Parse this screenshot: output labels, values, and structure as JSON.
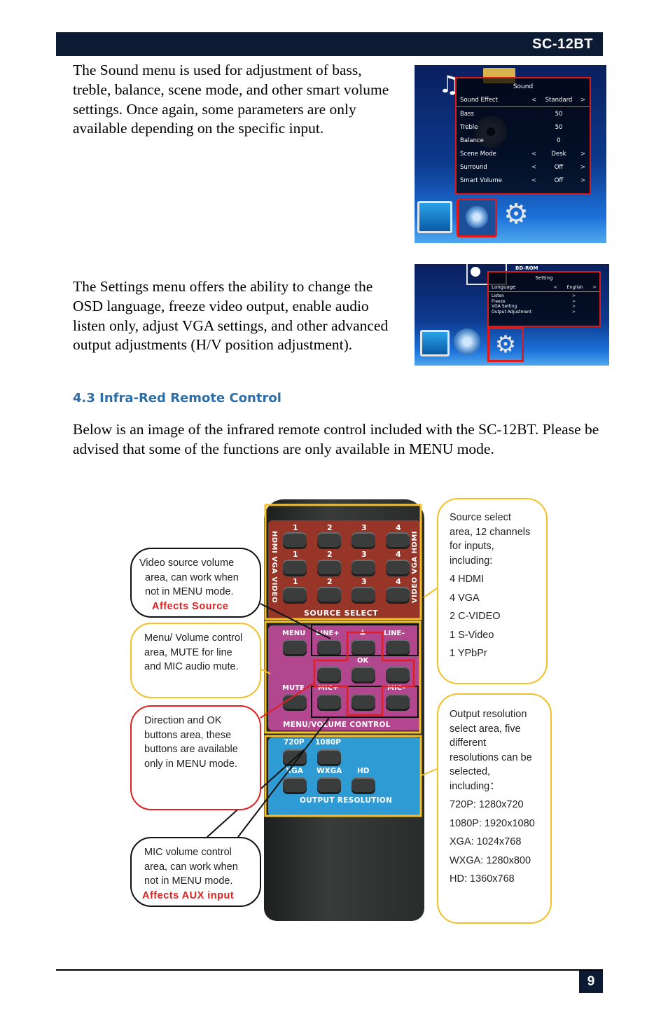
{
  "header": {
    "model": "SC-12BT"
  },
  "sound_section": {
    "text": "The Sound menu is used for adjustment of bass, treble, balance, scene mode, and other smart volume settings. Once again, some parameters are only available depending on the specific input.",
    "osd": {
      "menu_title": "Sound",
      "rows": [
        {
          "label": "Sound Effect",
          "value": "Standard"
        },
        {
          "label": "Bass",
          "value": "50"
        },
        {
          "label": "Treble",
          "value": "50"
        },
        {
          "label": "Balance",
          "value": "0"
        },
        {
          "label": "Scene Mode",
          "value": "Desk"
        },
        {
          "label": "Surround",
          "value": "Off"
        },
        {
          "label": "Smart Volume",
          "value": "Off"
        }
      ]
    }
  },
  "settings_section": {
    "text": "The Settings menu offers the ability to change the OSD language, freeze video output, enable audio listen only, adjust VGA settings, and other advanced output adjustments (H/V position adjustment).",
    "osd": {
      "top_label": "BD-ROM",
      "menu_title": "Setting",
      "language_label": "Language",
      "language_value": "English",
      "items": [
        "Listen",
        "Freeze",
        "VGA Setting",
        "Output Adjustment"
      ]
    }
  },
  "remote_section": {
    "heading": "4.3 Infra-Red Remote Control",
    "text": "Below is an image of the infrared remote control included with the SC-12BT. Please be advised that some of the functions are only available in MENU mode.",
    "remote": {
      "source_numbers": [
        "1",
        "2",
        "3",
        "4"
      ],
      "side_left": "HDMI VGA VIDEO",
      "side_right": "VIDEO VGA HDMI",
      "source_label": "SOURCE SELECT",
      "menu": "MENU",
      "line_plus": "LINE+",
      "line_minus": "LINE–",
      "ok": "OK",
      "mute": "MUTE",
      "mic_plus": "MIC+",
      "mic_minus": "MIC–",
      "menu_volume_label": "MENU/VOLUME CONTROL",
      "res_720": "720P",
      "res_1080": "1080P",
      "res_xga": "XGA",
      "res_wxga": "WXGA",
      "res_hd": "HD",
      "output_label": "OUTPUT RESOLUTION"
    },
    "callouts": {
      "video_source": {
        "lines": [
          "Video source volume",
          "area, can work when",
          "not in MENU mode."
        ],
        "emphasis": "Affects Source"
      },
      "menu_volume": {
        "lines": [
          "Menu/ Volume control",
          "area, MUTE for line",
          "and MIC audio mute."
        ]
      },
      "direction": {
        "lines": [
          "Direction and OK",
          "buttons area, these",
          "buttons are available",
          "only in MENU mode."
        ]
      },
      "mic_volume": {
        "lines": [
          "MIC volume control",
          "area, can work when",
          "not in MENU mode."
        ],
        "emphasis": "Affects AUX input"
      },
      "source_select": {
        "lines": [
          "Source select",
          "area, 12 channels",
          "for inputs,",
          "including:",
          "4 HDMI",
          "4 VGA",
          "2 C-VIDEO",
          "1 S-Video",
          "1 YPbPr"
        ]
      },
      "output_resolution": {
        "lines": [
          "Output resolution",
          "select area, five",
          "different",
          "resolutions can be",
          "selected,",
          "including：",
          "720P: 1280x720",
          "1080P: 1920x1080",
          "XGA: 1024x768",
          "WXGA: 1280x800",
          "HD: 1360x768"
        ]
      }
    }
  },
  "footer": {
    "page": "9"
  }
}
